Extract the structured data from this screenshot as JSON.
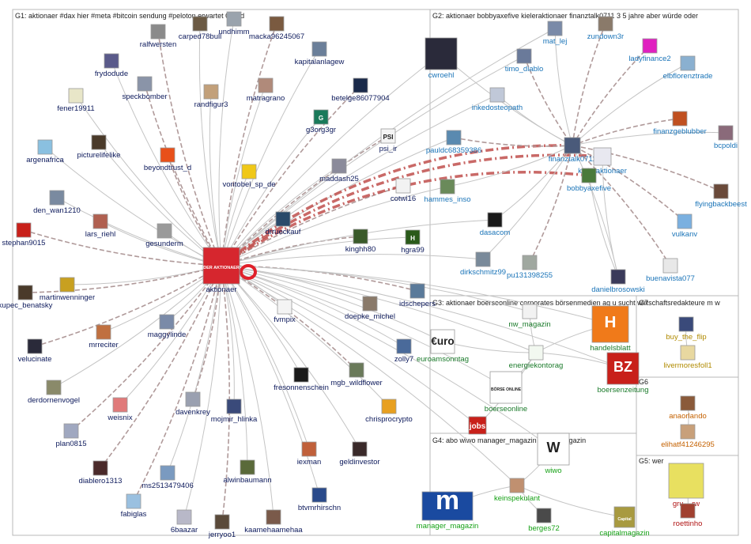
{
  "groups": [
    {
      "id": "G1",
      "header": "G1: aktionaer #dax hier #meta #bitcoin sendung #peloton erwartet 0 wird",
      "label_color": "#0d1a5c"
    },
    {
      "id": "G2",
      "header": "G2: aktionaer bobbyaxefive kieleraktionaer finanztalk0711 3 5 jahre aber würde oder",
      "label_color": "#1a74b8"
    },
    {
      "id": "G3",
      "header": "G3: aktionaer boerseonline corporates börsenmedien ag u sucht wirtschaftsredakteure m w",
      "label_color": "#1a7a2a"
    },
    {
      "id": "G4",
      "header": "G4: abo wiwo manager_magazin capitalmagazin",
      "label_color": "#16a116"
    },
    {
      "id": "G5",
      "header": "G5: wer",
      "label_color": "#b01515"
    },
    {
      "id": "G6",
      "header": "G6",
      "label_color": "#c46100"
    },
    {
      "id": "G7",
      "header": "G7",
      "label_color": "#b08a00"
    }
  ],
  "nodes": [
    {
      "id": "aktionaer",
      "label": "aktionaer",
      "group": "G1",
      "icon_color": "#d6262e",
      "icon_text": "DER AKTIONAER",
      "big": true
    },
    {
      "id": "ralfwersten",
      "label": "ralfwersten",
      "group": "G1",
      "icon_color": "#8a8a8a"
    },
    {
      "id": "carped78bull",
      "label": "carped78bull",
      "group": "G1",
      "icon_color": "#6b5a44"
    },
    {
      "id": "undhimm",
      "label": "undhimm",
      "group": "G1",
      "icon_color": "#9aa3ad"
    },
    {
      "id": "macka96245067",
      "label": "macka96245067",
      "group": "G1",
      "icon_color": "#7a5a40"
    },
    {
      "id": "frydodude",
      "label": "frydodude",
      "group": "G1",
      "icon_color": "#5a5a8a"
    },
    {
      "id": "kapitalanlagew",
      "label": "kapitalanlagew",
      "group": "G1",
      "icon_color": "#6b7f99"
    },
    {
      "id": "speckbomber",
      "label": "speckbomber",
      "group": "G1",
      "icon_color": "#8a94a8"
    },
    {
      "id": "randfigur3",
      "label": "randfigur3",
      "group": "G1",
      "icon_color": "#c2a07a"
    },
    {
      "id": "matragrano",
      "label": "matragrano",
      "group": "G1",
      "icon_color": "#b08a7a"
    },
    {
      "id": "betelge86077904",
      "label": "betelge86077904",
      "group": "G1",
      "icon_color": "#1a2a4a"
    },
    {
      "id": "fener19911",
      "label": "fener19911",
      "group": "G1",
      "icon_color": "#e8e6c8"
    },
    {
      "id": "g3org3gr",
      "label": "g3org3gr",
      "group": "G1",
      "icon_color": "#1a7a5a",
      "icon_text": "G"
    },
    {
      "id": "psi_ir",
      "label": "psi_ir",
      "group": "G1",
      "icon_color": "#f4f4f4",
      "icon_text": "PSI"
    },
    {
      "id": "argenafrica",
      "label": "argenafrica",
      "group": "G1",
      "icon_color": "#8ac0e0"
    },
    {
      "id": "picturelifelike",
      "label": "picturelifelike",
      "group": "G1",
      "icon_color": "#4a3a2a"
    },
    {
      "id": "beyondtrust_d",
      "label": "beyondtrust_d",
      "group": "G1",
      "icon_color": "#e8501a"
    },
    {
      "id": "vontobel_sp_de",
      "label": "vontobel_sp_de",
      "group": "G1",
      "icon_color": "#f0c818"
    },
    {
      "id": "maddash25",
      "label": "maddash25",
      "group": "G1",
      "icon_color": "#8a8a9a"
    },
    {
      "id": "cotwi16",
      "label": "cotwi16",
      "group": "G1",
      "icon_color": "#f2f2f2"
    },
    {
      "id": "den_wan1210",
      "label": "den_wan1210",
      "group": "G1",
      "icon_color": "#7a8aa0"
    },
    {
      "id": "lars_riehl",
      "label": "lars_riehl",
      "group": "G1",
      "icon_color": "#b06050"
    },
    {
      "id": "stephan9015",
      "label": "stephan9015",
      "group": "G1",
      "icon_color": "#c8201a"
    },
    {
      "id": "gesunderm",
      "label": "gesunderm",
      "group": "G1",
      "icon_color": "#9a9a9a"
    },
    {
      "id": "drrueckauf",
      "label": "drrueckauf",
      "group": "G1",
      "icon_color": "#2a4a6a"
    },
    {
      "id": "kinghh80",
      "label": "kinghh80",
      "group": "G1",
      "icon_color": "#3a5a2a"
    },
    {
      "id": "hgra99",
      "label": "hgra99",
      "group": "G1",
      "icon_color": "#2a5a1a",
      "icon_text": "H"
    },
    {
      "id": "martinwenninger",
      "label": "martinwenninger",
      "group": "G1",
      "icon_color": "#c8a020"
    },
    {
      "id": "kupec_benatsky",
      "label": "kupec_benatsky",
      "group": "G1",
      "icon_color": "#4a3a2a"
    },
    {
      "id": "fvmpix",
      "label": "fvmpix",
      "group": "G1",
      "icon_color": "#f4f4f4"
    },
    {
      "id": "doepke_michel",
      "label": "doepke_michel",
      "group": "G1",
      "icon_color": "#8a7a6a"
    },
    {
      "id": "idschepers",
      "label": "idschepers",
      "group": "G1",
      "icon_color": "#5a7a9a"
    },
    {
      "id": "mrreciter",
      "label": "mrreciter",
      "group": "G1",
      "icon_color": "#c07040"
    },
    {
      "id": "maggylinde",
      "label": "maggylinde",
      "group": "G1",
      "icon_color": "#7a8aa8"
    },
    {
      "id": "velucinate",
      "label": "velucinate",
      "group": "G1",
      "icon_color": "#2a2a3a"
    },
    {
      "id": "zolly7",
      "label": "zolly7",
      "group": "G1",
      "icon_color": "#4a6a9a"
    },
    {
      "id": "fresonnenschein",
      "label": "fresonnenschein",
      "group": "G1",
      "icon_color": "#1a1a1a"
    },
    {
      "id": "mgb_wildflower",
      "label": "mgb_wildflower",
      "group": "G1",
      "icon_color": "#6a7a5a"
    },
    {
      "id": "derdornenvogel",
      "label": "derdornenvogel",
      "group": "G1",
      "icon_color": "#8a8a6a"
    },
    {
      "id": "weisnix",
      "label": "weisnix",
      "group": "G1",
      "icon_color": "#e07a7a"
    },
    {
      "id": "davenkrey",
      "label": "davenkrey",
      "group": "G1",
      "icon_color": "#9aa0b0"
    },
    {
      "id": "mojmir_hlinka",
      "label": "mojmir_hlinka",
      "group": "G1",
      "icon_color": "#3a4a7a"
    },
    {
      "id": "chrisprocrypto",
      "label": "chrisprocrypto",
      "group": "G1",
      "icon_color": "#e8a020"
    },
    {
      "id": "plan0815",
      "label": "plan0815",
      "group": "G1",
      "icon_color": "#a0a8c0"
    },
    {
      "id": "iexman",
      "label": "iexman",
      "group": "G1",
      "icon_color": "#c0603a"
    },
    {
      "id": "geldinvestor",
      "label": "geldinvestor",
      "group": "G1",
      "icon_color": "#3a2a2a"
    },
    {
      "id": "diablero1313",
      "label": "diablero1313",
      "group": "G1",
      "icon_color": "#4a2a2a"
    },
    {
      "id": "ms2513479406",
      "label": "ms2513479406",
      "group": "G1",
      "icon_color": "#7a9ac0"
    },
    {
      "id": "alwinbaumann",
      "label": "alwinbaumann",
      "group": "G1",
      "icon_color": "#5a6a3a"
    },
    {
      "id": "fabiglas",
      "label": "fabiglas",
      "group": "G1",
      "icon_color": "#9ac0e0"
    },
    {
      "id": "btvmrhirschn",
      "label": "btvmrhirschn",
      "group": "G1",
      "icon_color": "#2a4a8a"
    },
    {
      "id": "6baazar",
      "label": "6baazar",
      "group": "G1",
      "icon_color": "#b8b8c8"
    },
    {
      "id": "jerryoo1",
      "label": "jerryoo1",
      "group": "G1",
      "icon_color": "#5a4a3a"
    },
    {
      "id": "kaamehaamehaa",
      "label": "kaamehaamehaa",
      "group": "G1",
      "icon_color": "#7a5a4a"
    },
    {
      "id": "mat_lej",
      "label": "mat_lej",
      "group": "G2",
      "icon_color": "#7a8aa8"
    },
    {
      "id": "zundown3r",
      "label": "zundown3r",
      "group": "G2",
      "icon_color": "#8a7a6a"
    },
    {
      "id": "cwroehl",
      "label": "cwroehl",
      "group": "G2",
      "icon_color": "#2a2a3a"
    },
    {
      "id": "ladyfinance2",
      "label": "ladyfinance2",
      "group": "G2",
      "icon_color": "#e020c0"
    },
    {
      "id": "elbflorenztrade",
      "label": "elbflorenztrade",
      "group": "G2",
      "icon_color": "#8ab0d0"
    },
    {
      "id": "timo_diablo",
      "label": "timo_diablo",
      "group": "G2",
      "icon_color": "#6a7a9a"
    },
    {
      "id": "inkedosteopath",
      "label": "inkedosteopath",
      "group": "G2",
      "icon_color": "#c0c8d8"
    },
    {
      "id": "finanzgeblubber",
      "label": "finanzgeblubber",
      "group": "G2",
      "icon_color": "#c05020"
    },
    {
      "id": "bcpoldi",
      "label": "bcpoldi",
      "group": "G2",
      "icon_color": "#8a6a7a"
    },
    {
      "id": "pauldc68359386",
      "label": "pauldc68359386",
      "group": "G2",
      "icon_color": "#5a8ab0"
    },
    {
      "id": "finanztalk0711",
      "label": "finanztalk0711",
      "group": "G2",
      "icon_color": "#4a5a7a"
    },
    {
      "id": "kieleraktionaer",
      "label": "kieleraktionaer",
      "group": "G2",
      "icon_color": "#e8e8f0"
    },
    {
      "id": "bobbyaxefive",
      "label": "bobbyaxefive",
      "group": "G2",
      "icon_color": "#4a7a3a"
    },
    {
      "id": "hammes_inso",
      "label": "hammes_inso",
      "group": "G2",
      "icon_color": "#6a8a5a"
    },
    {
      "id": "flyingbackbeest",
      "label": "flyingbackbeest",
      "group": "G2",
      "icon_color": "#6a4a3a"
    },
    {
      "id": "dasacom",
      "label": "dasacom",
      "group": "G2",
      "icon_color": "#1a1a1a"
    },
    {
      "id": "vulkanv",
      "label": "vulkanv",
      "group": "G2",
      "icon_color": "#7ab0e0"
    },
    {
      "id": "dirkschmitz99",
      "label": "dirkschmitz99",
      "group": "G2",
      "icon_color": "#7a8a9a"
    },
    {
      "id": "pu131398255",
      "label": "pu131398255",
      "group": "G2",
      "icon_color": "#a0a8a0"
    },
    {
      "id": "danielbrosowski",
      "label": "danielbrosowski",
      "group": "G2",
      "icon_color": "#3a3a5a"
    },
    {
      "id": "buenavista077",
      "label": "buenavista077",
      "group": "G2",
      "icon_color": "#e8e8e8"
    },
    {
      "id": "nw_magazin",
      "label": "nw_magazin",
      "group": "G3",
      "icon_color": "#f2f2f2"
    },
    {
      "id": "handelsblatt",
      "label": "handelsblatt",
      "group": "G3",
      "icon_color": "#f07a1a",
      "icon_text": "H"
    },
    {
      "id": "euroamsonntag",
      "label": "euroamsonntag",
      "group": "G3",
      "icon_color": "#ffffff",
      "icon_text": "€uro"
    },
    {
      "id": "energiekontorag",
      "label": "energiekontorag",
      "group": "G3",
      "icon_color": "#f2f8f0"
    },
    {
      "id": "boerseonline",
      "label": "boerseonline",
      "group": "G3",
      "icon_color": "#ffffff",
      "icon_text": "BÖRSE ONLINE"
    },
    {
      "id": "boersenzeitung",
      "label": "boersenzeitung",
      "group": "G3",
      "icon_color": "#c8201a",
      "icon_text": "BZ"
    },
    {
      "id": "jobs",
      "label": "",
      "group": "G3",
      "icon_color": "#c8201a",
      "icon_text": "jobs"
    },
    {
      "id": "wiwo",
      "label": "wiwo",
      "group": "G4",
      "icon_color": "#ffffff",
      "icon_text": "W"
    },
    {
      "id": "keinspekulant",
      "label": "keinspekulant",
      "group": "G4",
      "icon_color": "#c09070"
    },
    {
      "id": "manager_magazin",
      "label": "manager_magazin",
      "group": "G4",
      "icon_color": "#1a4aa0",
      "icon_text": "m"
    },
    {
      "id": "berges72",
      "label": "berges72",
      "group": "G4",
      "icon_color": "#4a4a4a"
    },
    {
      "id": "capitalmagazin",
      "label": "capitalmagazin",
      "group": "G4",
      "icon_color": "#a89a40",
      "icon_text": "Capital"
    },
    {
      "id": "buy_the_flip",
      "label": "buy_the_flip",
      "group": "G7",
      "icon_color": "#3a4a7a"
    },
    {
      "id": "livermoresfoll1",
      "label": "livermoresfoll1",
      "group": "G7",
      "icon_color": "#e8d8a0"
    },
    {
      "id": "anaorlando",
      "label": "anaorlando",
      "group": "G6",
      "icon_color": "#8a5a3a"
    },
    {
      "id": "elihatf41246295",
      "label": "elihatf41246295",
      "group": "G6",
      "icon_color": "#c8a07a"
    },
    {
      "id": "grunw",
      "label": "gru__rw",
      "group": "G5",
      "icon_color": "#e8e060"
    },
    {
      "id": "roettinho",
      "label": "roettinho",
      "group": "G5",
      "icon_color": "#a04030"
    }
  ]
}
